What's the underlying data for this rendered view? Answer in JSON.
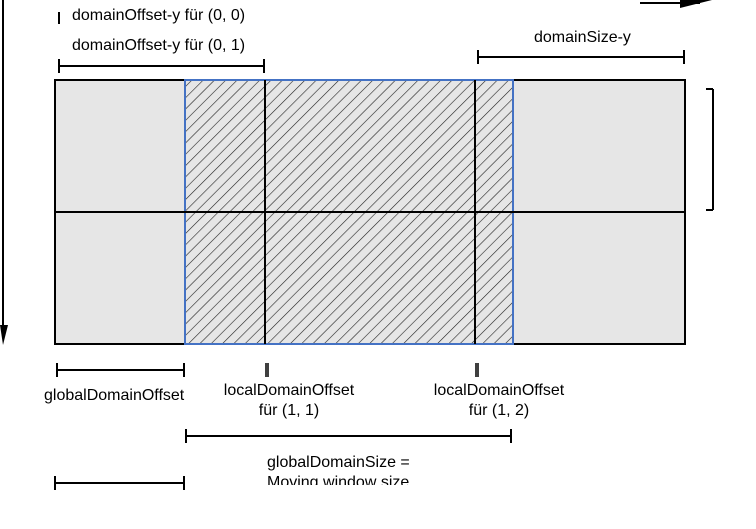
{
  "labels": {
    "offset_00": "domainOffset-y für (0, 0)",
    "offset_01": "domainOffset-y für (0, 1)",
    "domain_size_y": "domainSize-y",
    "global_offset": "globalDomainOffset",
    "local_offset_11_line1": "localDomainOffset",
    "local_offset_11_line2": "für (1, 1)",
    "local_offset_12_line1": "localDomainOffset",
    "local_offset_12_line2": "für (1, 2)",
    "global_size_line1": "globalDomainSize =",
    "global_size_line2": "Moving window size"
  },
  "colors": {
    "cell_fill": "#e6e6e6",
    "window_border": "#4472c4",
    "line": "#000000",
    "hatch": "#222222"
  }
}
